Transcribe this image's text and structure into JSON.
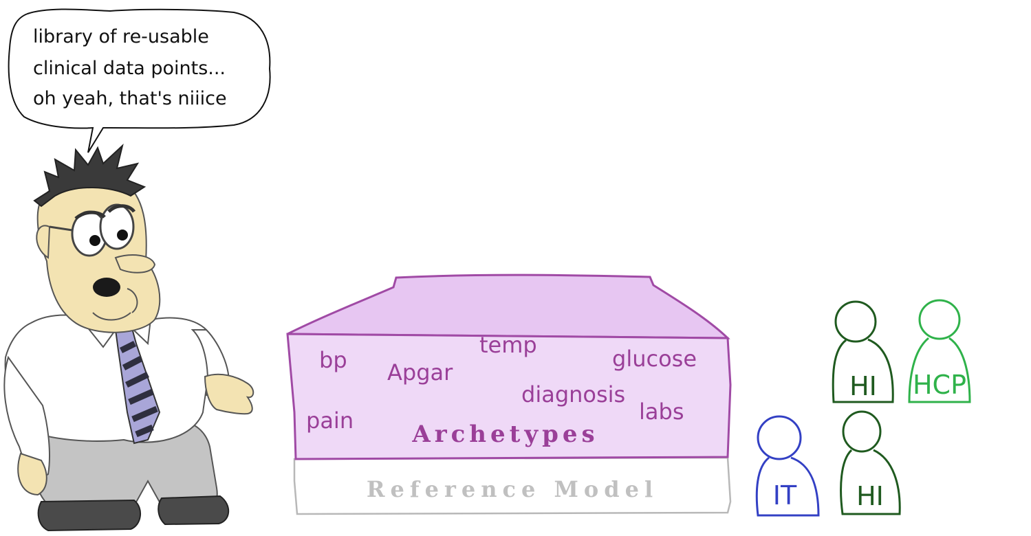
{
  "speech_bubble": {
    "lines": [
      "library of re-usable",
      "clinical data points...",
      "oh yeah, that's niiice"
    ]
  },
  "archetypes": {
    "title": "Archetypes",
    "items": [
      "bp",
      "Apgar",
      "temp",
      "glucose",
      "diagnosis",
      "pain",
      "labs"
    ]
  },
  "reference_model": {
    "title": "Reference Model"
  },
  "people": [
    {
      "label": "HI",
      "color": "#1f5a1f"
    },
    {
      "label": "HCP",
      "color": "#2fb24a"
    },
    {
      "label": "IT",
      "color": "#3340c4"
    },
    {
      "label": "HI",
      "color": "#1f5a1f"
    }
  ],
  "colors": {
    "archetype_fill": "#efd9f7",
    "archetype_stroke": "#a04aa5",
    "reference_fill": "#ffffff",
    "reference_stroke": "#b8b8b8",
    "skin": "#f3e3b2",
    "hair": "#3a3a3a",
    "tie_stripe": "#a9a6d8",
    "trousers": "#c4c4c4",
    "shoes": "#4a4a4a"
  }
}
